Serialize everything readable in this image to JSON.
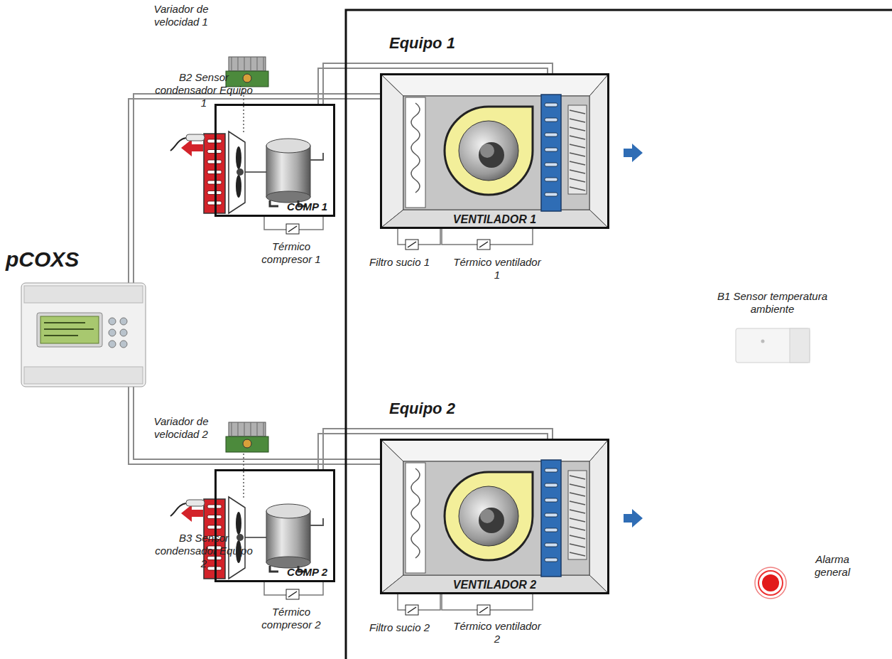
{
  "diagram": {
    "nodes": [
      {
        "text": [
          "COMP 1"
        ]
      },
      {
        "text": [
          "Equipo 1",
          "VENTILADOR 1"
        ]
      },
      {
        "text": [
          "pCOXS"
        ]
      },
      {
        "text": [
          "COMP 2"
        ]
      },
      {
        "text": [
          "Equipo 2",
          "VENTILADOR 2"
        ]
      }
    ],
    "edges": [
      {
        "from": 0,
        "to": 1,
        "arrow": "none"
      },
      {
        "from": 2,
        "to": 0,
        "arrow": "none"
      },
      {
        "from": 2,
        "to": 3,
        "arrow": "none"
      },
      {
        "from": 3,
        "to": 4,
        "arrow": "none"
      }
    ],
    "labels": [
      "Variador de velocidad 1",
      "B2 Sensor condensador Equipo 1",
      "Térmico compresor 1",
      "Filtro sucio 1",
      "Térmico ventilador 1",
      "B1 Sensor temperatura ambiente",
      "Variador de velocidad 2",
      "B3 Sensor condensador Equipo 2",
      "Térmico compresor 2",
      "Filtro sucio 2",
      "Térmico ventilador 2",
      "Alarma general"
    ]
  }
}
